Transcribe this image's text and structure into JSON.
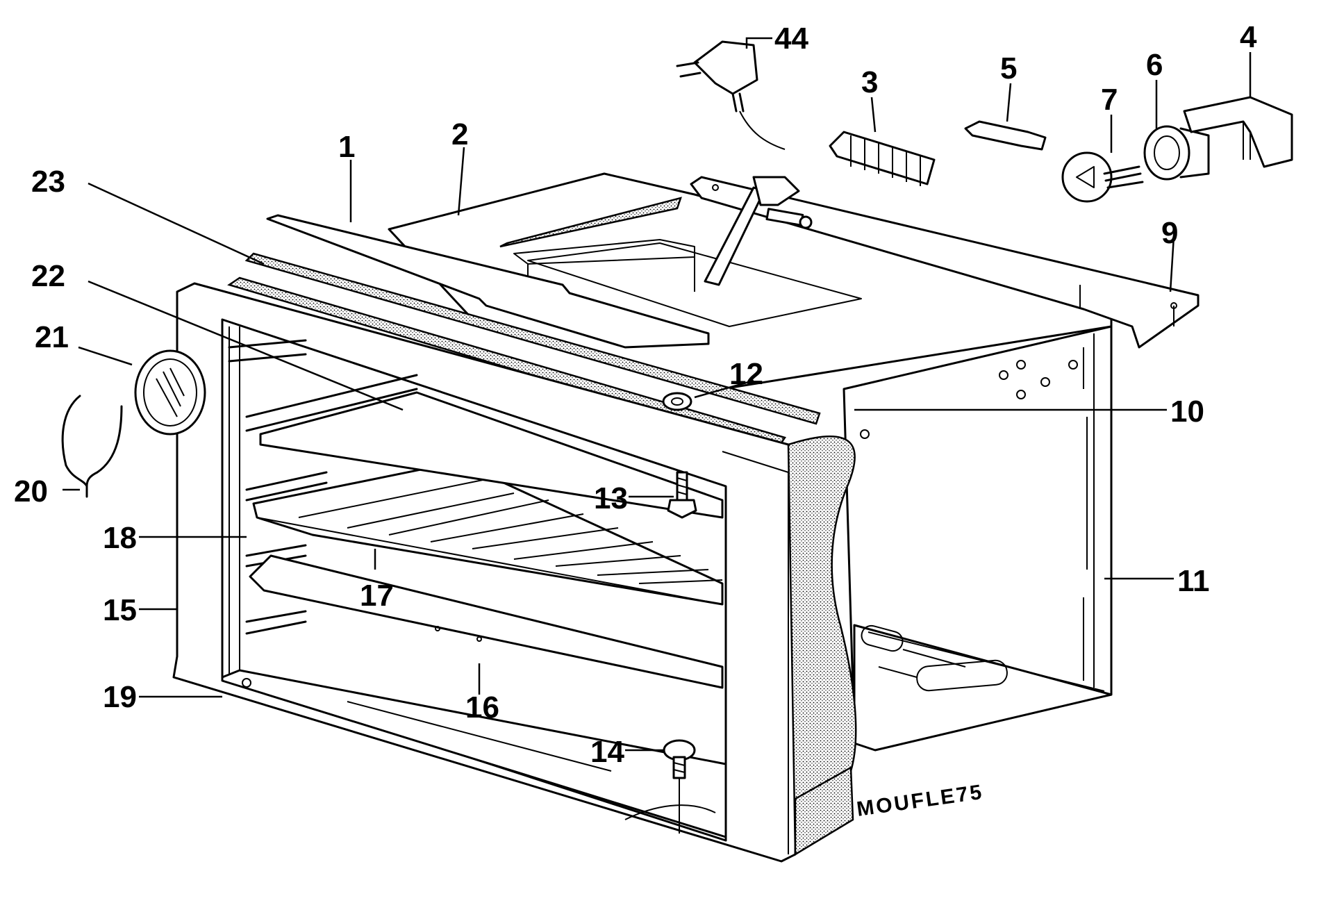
{
  "diagram": {
    "caption": "MOUFLE75",
    "labels": {
      "p1": "1",
      "p2": "2",
      "p3": "3",
      "p4": "4",
      "p5": "5",
      "p6": "6",
      "p7": "7",
      "p9": "9",
      "p10": "10",
      "p11": "11",
      "p12": "12",
      "p13": "13",
      "p14": "14",
      "p15": "15",
      "p16": "16",
      "p17": "17",
      "p18": "18",
      "p19": "19",
      "p20": "20",
      "p21": "21",
      "p22": "22",
      "p23": "23",
      "p44": "44"
    }
  }
}
